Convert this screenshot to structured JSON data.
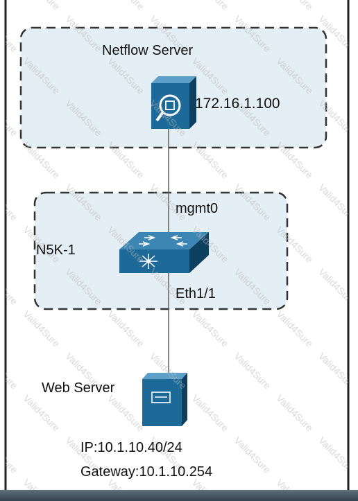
{
  "netflow_server": {
    "label": "Netflow Server",
    "ip": "172.16.1.100"
  },
  "switch": {
    "label": "N5K-1",
    "uplink_port": "mgmt0",
    "downlink_port": "Eth1/1"
  },
  "web_server": {
    "label": "Web Server",
    "ip": "IP:10.1.10.40/24",
    "gateway": "Gateway:10.1.10.254"
  },
  "watermark": "Valid4Sure",
  "colors": {
    "zone_fill": "#e4eef5",
    "device_blue": "#1d6a98",
    "device_dark": "#0d3f5e",
    "frame": "#222222"
  },
  "icons": {
    "netflow_server": "analyzer-magnifier-icon",
    "switch": "layer3-switch-icon",
    "web_server": "server-tower-icon"
  }
}
